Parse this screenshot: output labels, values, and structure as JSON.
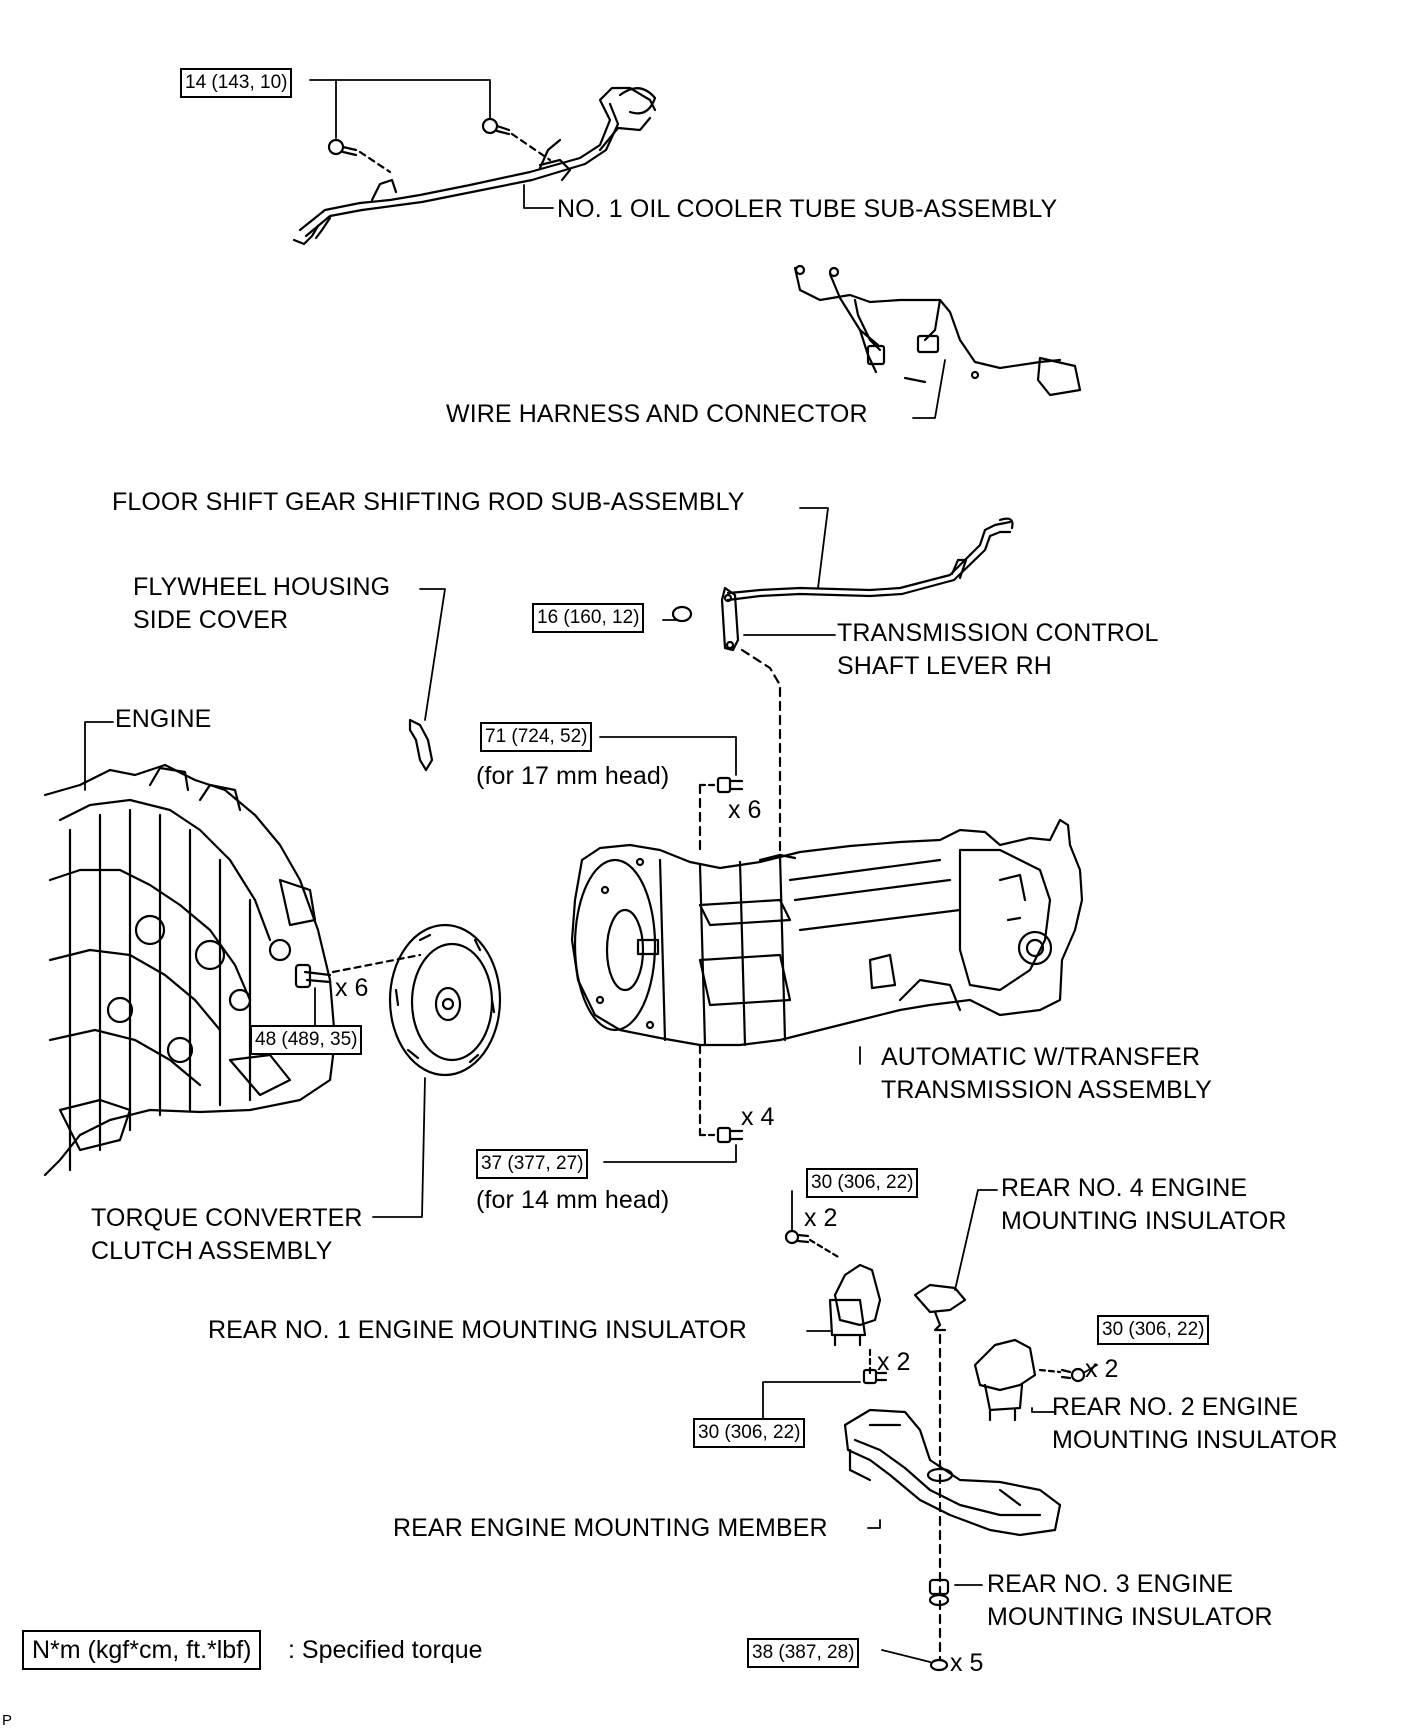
{
  "labels": {
    "oil_cooler_tube": "NO. 1 OIL COOLER TUBE SUB-ASSEMBLY",
    "wire_harness": "WIRE HARNESS AND CONNECTOR",
    "floor_shift_rod": "FLOOR SHIFT GEAR SHIFTING ROD SUB-ASSEMBLY",
    "flywheel_cover_1": "FLYWHEEL HOUSING",
    "flywheel_cover_2": "SIDE COVER",
    "control_lever_1": "TRANSMISSION CONTROL",
    "control_lever_2": "SHAFT LEVER RH",
    "engine": "ENGINE",
    "note_17mm": "(for 17 mm head)",
    "note_14mm": "(for 14 mm head)",
    "auto_trans_1": "AUTOMATIC W/TRANSFER",
    "auto_trans_2": "TRANSMISSION ASSEMBLY",
    "torque_converter_1": "TORQUE CONVERTER",
    "torque_converter_2": "CLUTCH ASSEMBLY",
    "rear_no4_1": "REAR NO. 4 ENGINE",
    "rear_no4_2": "MOUNTING INSULATOR",
    "rear_no1": "REAR NO. 1 ENGINE MOUNTING INSULATOR",
    "rear_no2_1": "REAR NO. 2 ENGINE",
    "rear_no2_2": "MOUNTING INSULATOR",
    "mount_member": "REAR ENGINE MOUNTING MEMBER",
    "rear_no3_1": "REAR NO. 3 ENGINE",
    "rear_no3_2": "MOUNTING INSULATOR"
  },
  "torques": {
    "oil_tube": "14 (143, 10)",
    "lever": "16 (160, 12)",
    "bolt_17": "71 (724, 52)",
    "converter": "48 (489, 35)",
    "bolt_14": "37 (377, 27)",
    "no1_bolt": "30 (306, 22)",
    "no2_bolt": "30 (306, 22)",
    "member_bolt": "30 (306, 22)",
    "no3_nut": "38 (387, 28)"
  },
  "quantities": {
    "bolt_17": "x 6",
    "converter": "x 6",
    "bolt_14": "x 4",
    "no1": "x 2",
    "member": "x 2",
    "no2": "x 2",
    "no3": "x 5"
  },
  "legend": {
    "unit": "N*m (kgf*cm, ft.*lbf)",
    "meaning": ": Specified torque"
  },
  "corner_mark": "P"
}
